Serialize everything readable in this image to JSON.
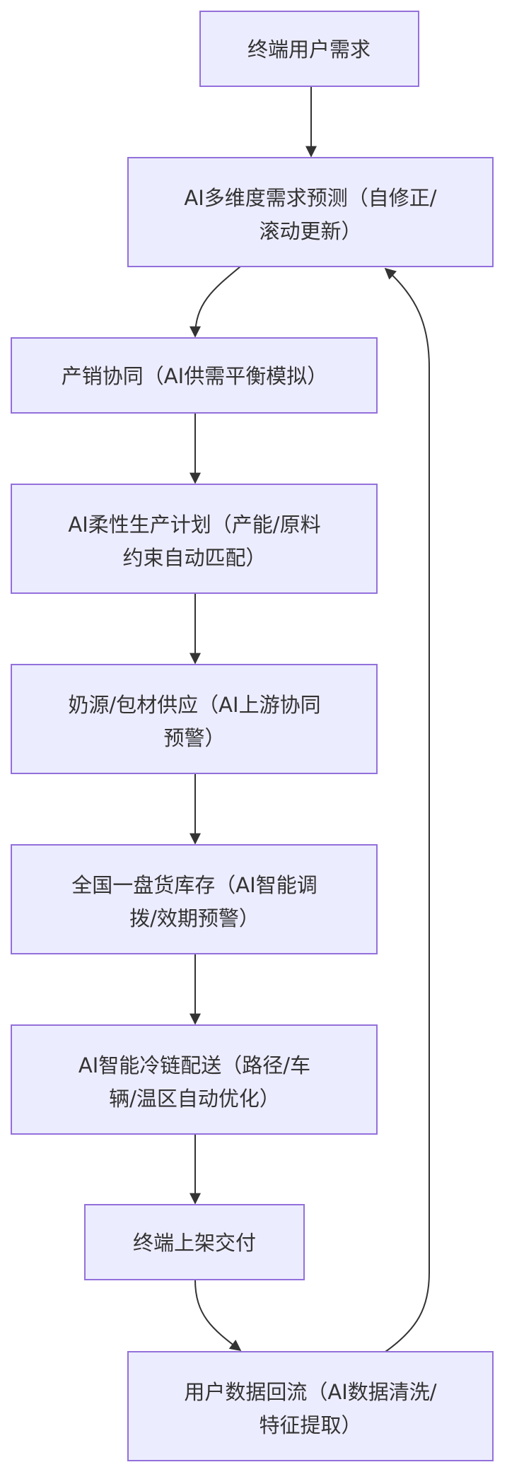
{
  "diagram": {
    "type": "flowchart",
    "colors": {
      "node_fill": "#ECECFF",
      "node_stroke": "#9370DB",
      "text": "#333333",
      "edge": "#333333"
    },
    "nodes": [
      {
        "id": "n1",
        "lines": [
          "终端用户需求"
        ]
      },
      {
        "id": "n2",
        "lines": [
          "AI多维度需求预测（自修正/",
          "滚动更新）"
        ]
      },
      {
        "id": "n3",
        "lines": [
          "产销协同（AI供需平衡模拟）"
        ]
      },
      {
        "id": "n4",
        "lines": [
          "AI柔性生产计划（产能/原料",
          "约束自动匹配）"
        ]
      },
      {
        "id": "n5",
        "lines": [
          "奶源/包材供应（AI上游协同",
          "预警）"
        ]
      },
      {
        "id": "n6",
        "lines": [
          "全国一盘货库存（AI智能调",
          "拨/效期预警）"
        ]
      },
      {
        "id": "n7",
        "lines": [
          "AI智能冷链配送（路径/车",
          "辆/温区自动优化）"
        ]
      },
      {
        "id": "n8",
        "lines": [
          "终端上架交付"
        ]
      },
      {
        "id": "n9",
        "lines": [
          "用户数据回流（AI数据清洗/",
          "特征提取）"
        ]
      }
    ],
    "edges": [
      {
        "from": "n1",
        "to": "n2"
      },
      {
        "from": "n2",
        "to": "n3"
      },
      {
        "from": "n3",
        "to": "n4"
      },
      {
        "from": "n4",
        "to": "n5"
      },
      {
        "from": "n5",
        "to": "n6"
      },
      {
        "from": "n6",
        "to": "n7"
      },
      {
        "from": "n7",
        "to": "n8"
      },
      {
        "from": "n8",
        "to": "n9"
      },
      {
        "from": "n9",
        "to": "n2"
      }
    ]
  }
}
